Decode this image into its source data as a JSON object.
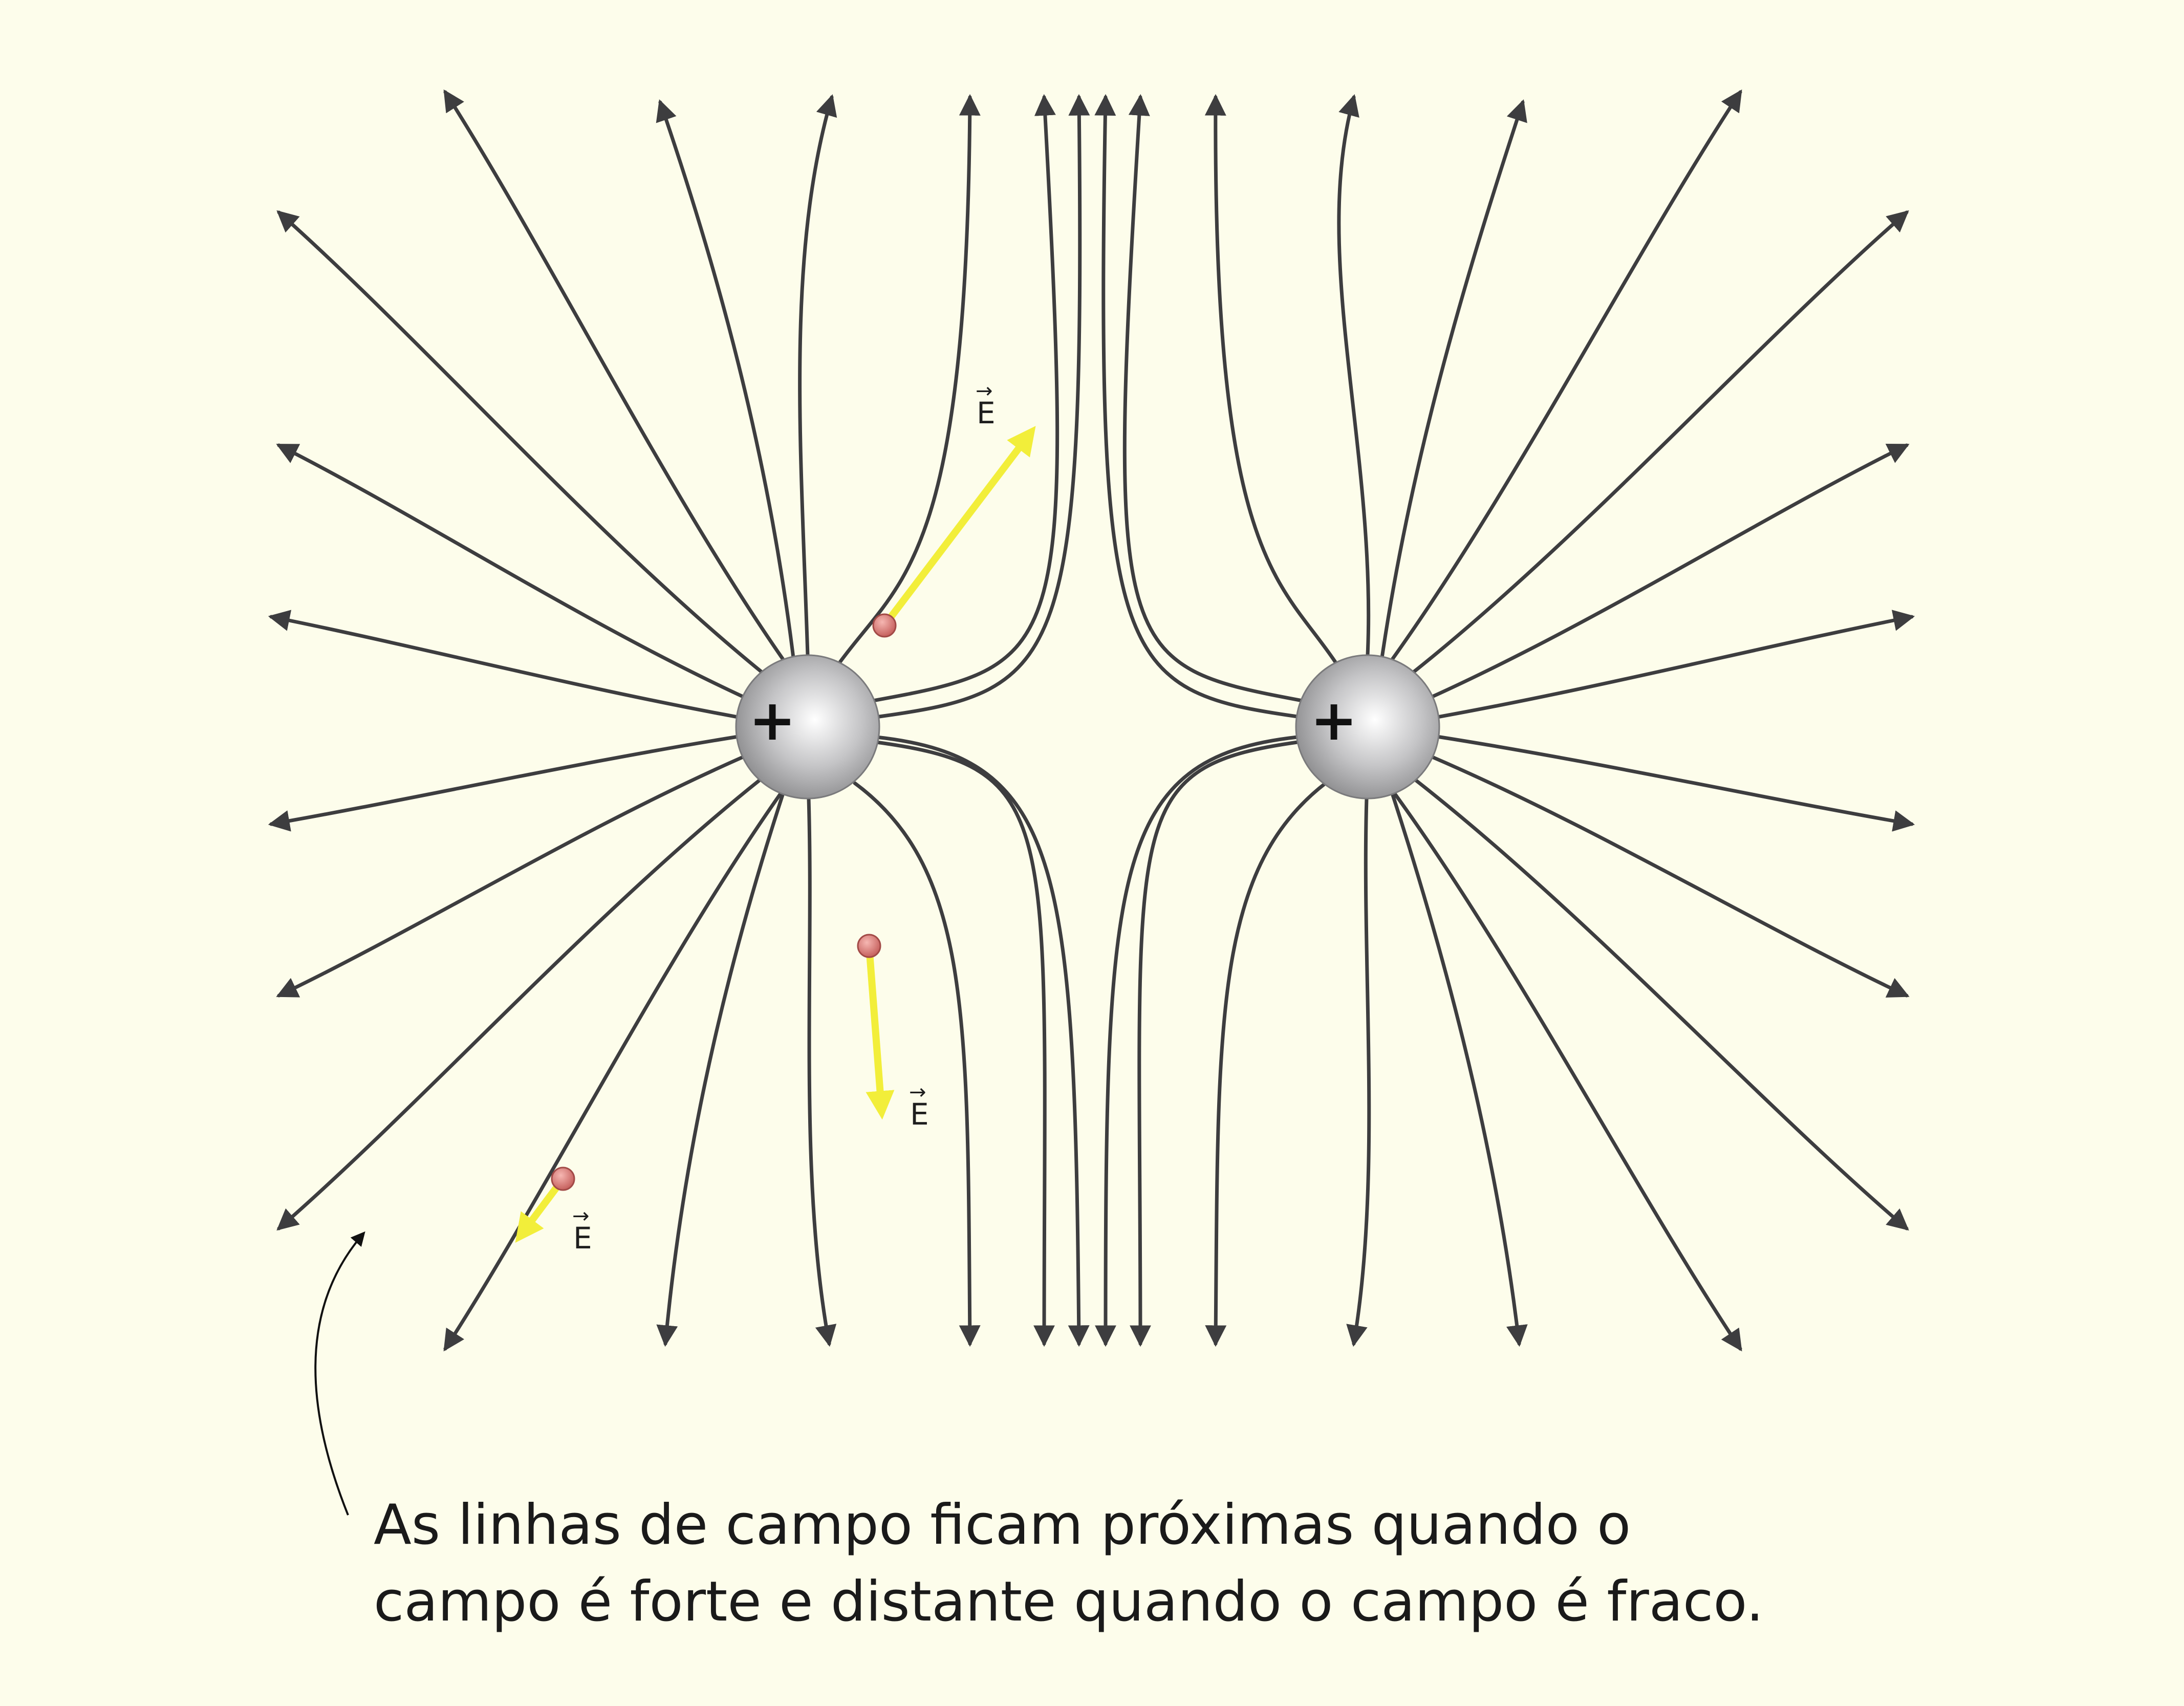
{
  "charges": [
    {
      "sign": "+"
    },
    {
      "sign": "+"
    }
  ],
  "field_vector_label": "E",
  "caption": {
    "line1": "As linhas de campo ficam próximas quando o",
    "line2": "campo é forte e distante quando o campo é fraco."
  },
  "colors": {
    "background": "#fdfdeb",
    "field_line": "#3d3d3f",
    "field_vector": "#f2ee3a",
    "test_charge": "#d46a6a",
    "charge_sphere": "#a9a9ab"
  }
}
